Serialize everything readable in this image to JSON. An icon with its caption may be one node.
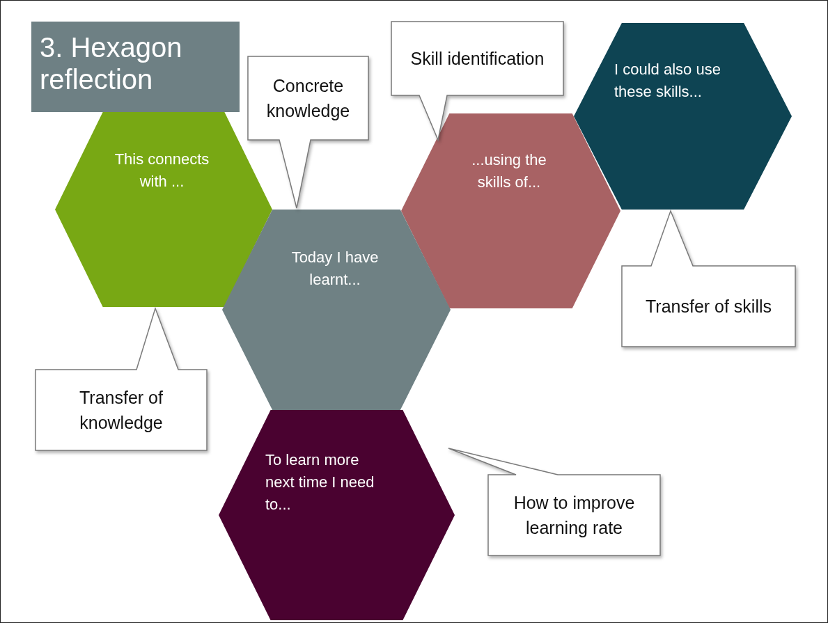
{
  "diagram": {
    "title": "3. Hexagon reflection",
    "nodes": [
      {
        "text": [
          "Skill identification"
        ]
      },
      {
        "text": [
          "I could also use these skills..."
        ]
      },
      {
        "text": [
          "Concrete knowledge"
        ]
      },
      {
        "text": [
          "This connects with ..."
        ]
      },
      {
        "text": [
          "...using the skills of..."
        ]
      },
      {
        "text": [
          "Today I have learnt..."
        ]
      },
      {
        "text": [
          "Transfer of skills"
        ]
      },
      {
        "text": [
          "Transfer of knowledge"
        ]
      },
      {
        "text": [
          "To learn more next time I need to..."
        ]
      },
      {
        "text": [
          "How to improve learning rate"
        ]
      }
    ]
  }
}
